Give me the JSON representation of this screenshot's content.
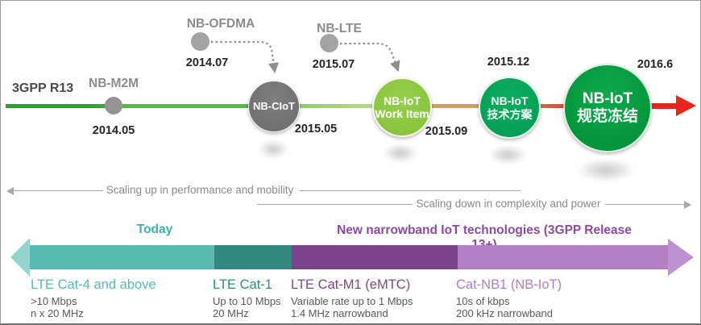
{
  "timeline": {
    "era_label": "3GPP R13",
    "proposals": [
      {
        "name": "NB-M2M",
        "date": "2014.05",
        "dot_color": "#949494"
      },
      {
        "name": "NB-OFDMA",
        "date": "2014.07",
        "dot_color": "#a3a3a3"
      },
      {
        "name": "NB-LTE",
        "date": "2015.07",
        "dot_color": "#a3a3a3"
      }
    ],
    "milestones": [
      {
        "name": "NB-CIoT",
        "date": "2015.05",
        "color": "#6f6f6f",
        "lines": [
          "NB-CIoT",
          ""
        ]
      },
      {
        "name": "NB-IoT Work Item",
        "date": "2015.09",
        "color": "#8dc63f",
        "lines": [
          "NB-IoT",
          "Work Item"
        ]
      },
      {
        "name": "NB-IoT 技术方案",
        "date": "2015.12",
        "color": "#00a45a",
        "lines": [
          "NB-IoT",
          "技术方案"
        ]
      },
      {
        "name": "NB-IoT 规范冻结",
        "date": "2016.6",
        "color": "#009a3e",
        "lines": [
          "NB-IoT",
          "规范冻结"
        ]
      }
    ],
    "arrow_color": "#e8251d",
    "line_colors": [
      "#2f9e33",
      "#5ab74d",
      "#9ed077",
      "#cb9d66",
      "#e25743",
      "#ed1c24"
    ]
  },
  "scaling": {
    "up": "Scaling up in performance and mobility",
    "down": "Scaling down in complexity and power"
  },
  "band": {
    "today": "Today",
    "today_color": "#41b2a8",
    "new_tech": "New narrowband IoT technologies (3GPP Release 13+)",
    "new_color": "#8a4b9e"
  },
  "categories": [
    {
      "title": "LTE Cat-4 and above",
      "color": "#58bab1",
      "band_color": "#57bbb2",
      "specs": [
        ">10 Mbps",
        "n x 20 MHz"
      ]
    },
    {
      "title": "LTE Cat-1",
      "color": "#2f8c82",
      "band_color": "#33897f",
      "specs": [
        "Up to 10 Mbps",
        "20 MHz"
      ]
    },
    {
      "title": "LTE Cat-M1 (eMTC)",
      "color": "#7c468b",
      "band_color": "#7a4489",
      "specs": [
        "Variable rate up to 1 Mbps",
        "1.4 MHz narrowband"
      ]
    },
    {
      "title": "Cat-NB1 (NB-IoT)",
      "color": "#ac80c6",
      "band_color": "#b380c4",
      "specs": [
        "10s of kbps",
        "200 kHz narrowband"
      ]
    }
  ]
}
